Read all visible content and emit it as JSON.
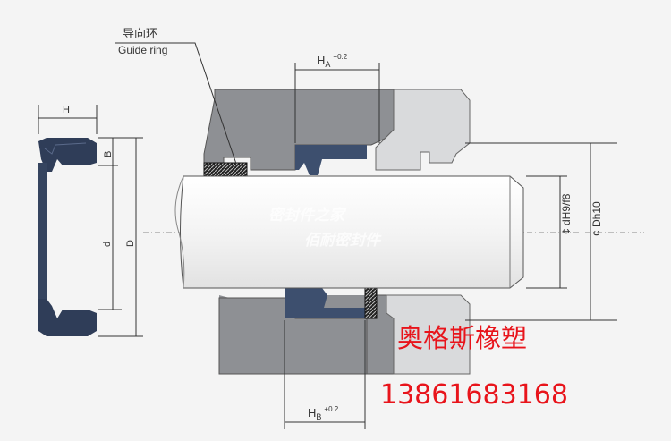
{
  "labels": {
    "guide_ring_cn": "导向环",
    "guide_ring_en": "Guide ring",
    "H": "H",
    "B": "B",
    "d": "d",
    "D": "D",
    "HA_main": "H",
    "HA_sub": "A",
    "HA_tol": "+0.2",
    "HB_main": "H",
    "HB_sub": "B",
    "HB_tol": "+0.2",
    "dH": "¢ dH9/f8",
    "Dh": "¢ Dh10"
  },
  "watermark": {
    "line1": "密封件之家",
    "line2": "佰耐密封件"
  },
  "brand": {
    "name": "奥格斯橡塑",
    "phone": "13861683168"
  },
  "colors": {
    "housing": "#8e9094",
    "housing_light": "#d9dadc",
    "seal": "#3d4f6e",
    "rod": "#f2f2f2",
    "red_text": "#e8141b"
  }
}
